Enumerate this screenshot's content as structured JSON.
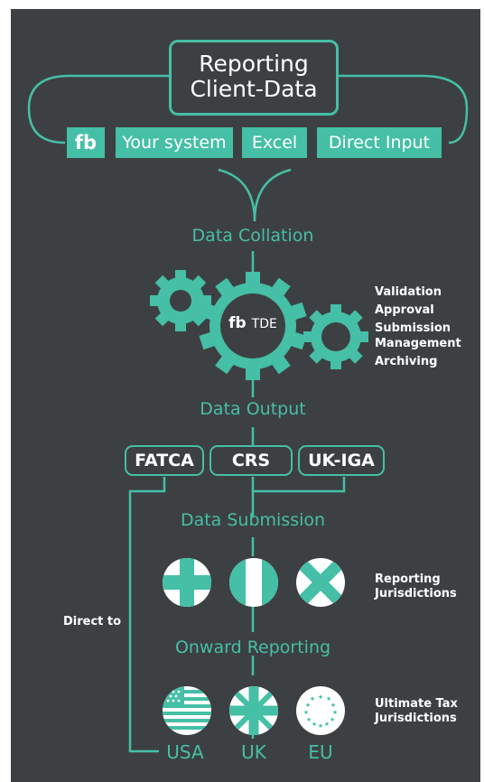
{
  "title": {
    "line1": "Reporting",
    "line2": "Client-Data"
  },
  "sources": [
    {
      "label": "fb"
    },
    {
      "label": "Your system"
    },
    {
      "label": "Excel"
    },
    {
      "label": "Direct Input"
    }
  ],
  "stages": {
    "collation": "Data Collation",
    "output": "Data Output",
    "submission": "Data Submission",
    "onward": "Onward Reporting"
  },
  "engine": {
    "logo": "fb",
    "name": "TDE"
  },
  "functions": [
    "Validation",
    "Approval",
    "Submission",
    "Management",
    "Archiving"
  ],
  "outputs": [
    "FATCA",
    "CRS",
    "UK-IGA"
  ],
  "reporting_jurisdictions": {
    "line1": "Reporting",
    "line2": "Jurisdictions"
  },
  "ultimate_jurisdictions": {
    "line1": "Ultimate Tax",
    "line2": "Jurisdictions"
  },
  "direct_to": "Direct to",
  "countries": [
    "USA",
    "UK",
    "EU"
  ],
  "colors": {
    "background": "#3d4043",
    "accent": "#45bfa6",
    "text": "#ffffff"
  },
  "icons": {
    "flags_reporting": [
      "cross-flag-icon",
      "vertical-tricolour-flag-icon",
      "saltire-flag-icon"
    ],
    "flags_ultimate": [
      "usa-flag-icon",
      "uk-flag-icon",
      "eu-flag-icon"
    ],
    "gears": [
      "small-gear-icon",
      "main-gear-icon",
      "right-gear-icon"
    ]
  }
}
